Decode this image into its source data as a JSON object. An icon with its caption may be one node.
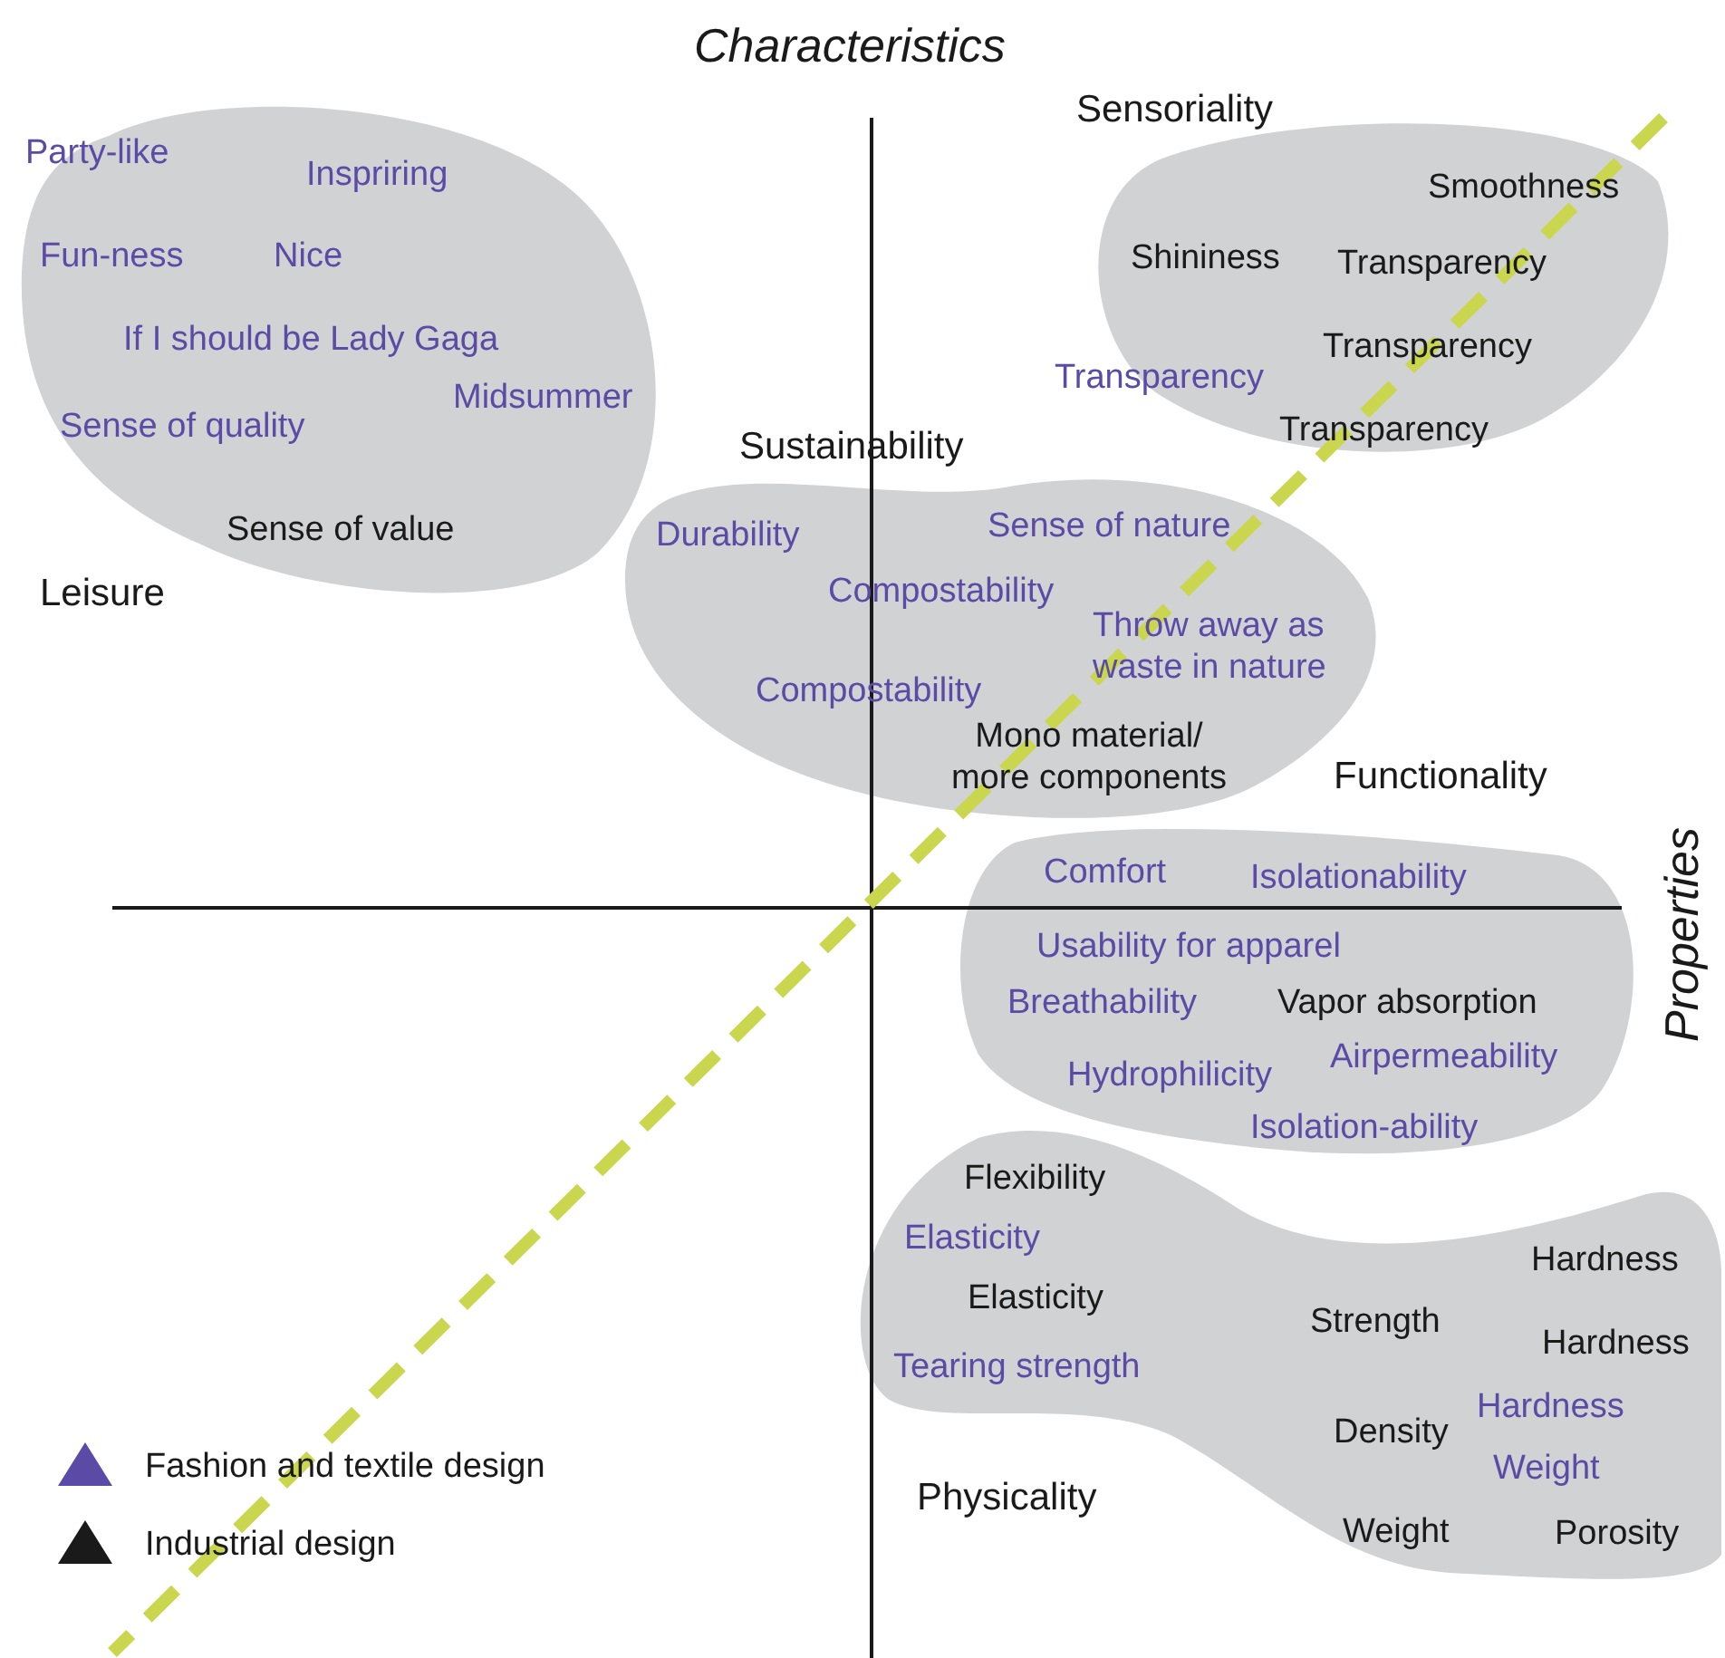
{
  "diagram": {
    "nodes": [
      {
        "text": [
          "Party-like",
          "Inspriring",
          "Fun-ness",
          "Nice",
          "If I should be Lady Gaga",
          "Midsummer",
          "Sense of quality",
          "Sense of value",
          "Leisure"
        ]
      },
      {
        "text": [
          "Sensoriality",
          "Smoothness",
          "Shininess",
          "Transparency",
          "Transparency",
          "Transparency",
          "Transparency"
        ]
      },
      {
        "text": [
          "Sustainability",
          "Durability",
          "Sense of nature",
          "Compostability",
          "Throw away as waste in nature",
          "Compostability",
          "Mono material/ more components"
        ]
      },
      {
        "text": [
          "Functionality",
          "Comfort",
          "Isolationability",
          "Usability for apparel",
          "Breathability",
          "Vapor absorption",
          "Hydrophilicity",
          "Airpermeability",
          "Isolation-ability"
        ]
      },
      {
        "text": [
          "Flexibility",
          "Elasticity",
          "Elasticity",
          "Tearing strength",
          "Hardness",
          "Strength",
          "Hardness",
          "Hardness",
          "Density",
          "Weight",
          "Weight",
          "Porosity",
          "Physicality"
        ]
      }
    ],
    "labels": [
      "Characteristics",
      "Properties"
    ],
    "legend": [
      {
        "text": "Fashion and textile design",
        "color": "#5b4ba6"
      },
      {
        "text": "Industrial design",
        "color": "#1a1a1a"
      }
    ]
  }
}
